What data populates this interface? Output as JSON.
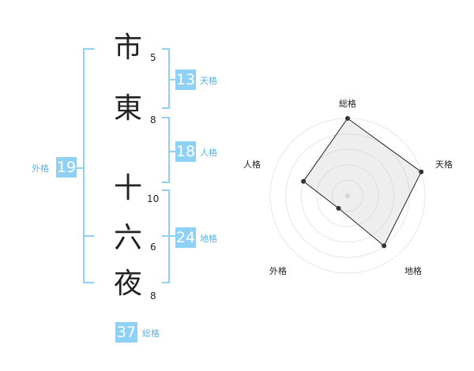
{
  "characters": [
    {
      "char": "市",
      "strokes": "5"
    },
    {
      "char": "東",
      "strokes": "8"
    },
    {
      "char": "十",
      "strokes": "10"
    },
    {
      "char": "六",
      "strokes": "6"
    },
    {
      "char": "夜",
      "strokes": "8"
    }
  ],
  "fortunes": {
    "tenkaku": {
      "value": "13",
      "label": "天格"
    },
    "jinkaku": {
      "value": "18",
      "label": "人格"
    },
    "chikaku": {
      "value": "24",
      "label": "地格"
    },
    "gaikaku": {
      "value": "19",
      "label": "外格"
    },
    "soukaku": {
      "value": "37",
      "label": "総格"
    }
  },
  "radar": {
    "axes": [
      "総格",
      "天格",
      "地格",
      "外格",
      "人格"
    ],
    "levels": 5,
    "values": [
      5,
      5,
      4,
      1,
      3
    ],
    "max": 5,
    "accent_color": "#8fd0f5"
  }
}
